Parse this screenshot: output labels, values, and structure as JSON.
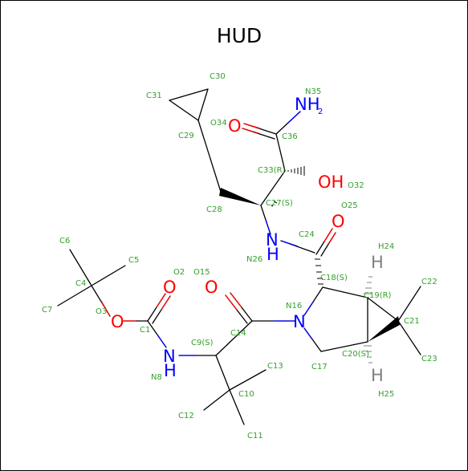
{
  "title": "HUD",
  "colors": {
    "bond": "#000000",
    "oxygen": "#ff0000",
    "nitrogen": "#0000ff",
    "hydrogen": "#808080",
    "atom_number": "#33a02c",
    "title": "#000000"
  },
  "atom_symbols": {
    "o_34": "O",
    "o_32": "OH",
    "n_35": "NH",
    "n_35_sub": "2",
    "o_25": "O",
    "n_26": "N",
    "n_26_h": "H",
    "o_2": "O",
    "o_15": "O",
    "o_3": "O",
    "n_16": "N",
    "n_8": "N",
    "n_8_h": "H",
    "h_24": "H",
    "h_25": "H"
  },
  "atom_numbers": {
    "c30": "C30",
    "c31": "C31",
    "c29": "C29",
    "o34": "O34",
    "n35": "N35",
    "c36": "C36",
    "c33": "C33(R)",
    "o32": "O32",
    "o25": "O25",
    "c28": "C28",
    "c27": "C27(S)",
    "c24": "C24",
    "n26": "N26",
    "h24": "H24",
    "c6": "C6",
    "c5": "C5",
    "o2": "O2",
    "o15": "O15",
    "c18": "C18(S)",
    "c22": "C22",
    "c4": "C4",
    "c19": "C19(R)",
    "n16": "N16",
    "c7": "C7",
    "o3": "O3",
    "c1": "C1",
    "c9": "C9(S)",
    "c14": "C14",
    "c21": "C21",
    "c20": "C20(S)",
    "c23": "C23",
    "n8": "N8",
    "c17": "C17",
    "c13": "C13",
    "c10": "C10",
    "h25": "H25",
    "c12": "C12",
    "c11": "C11"
  }
}
